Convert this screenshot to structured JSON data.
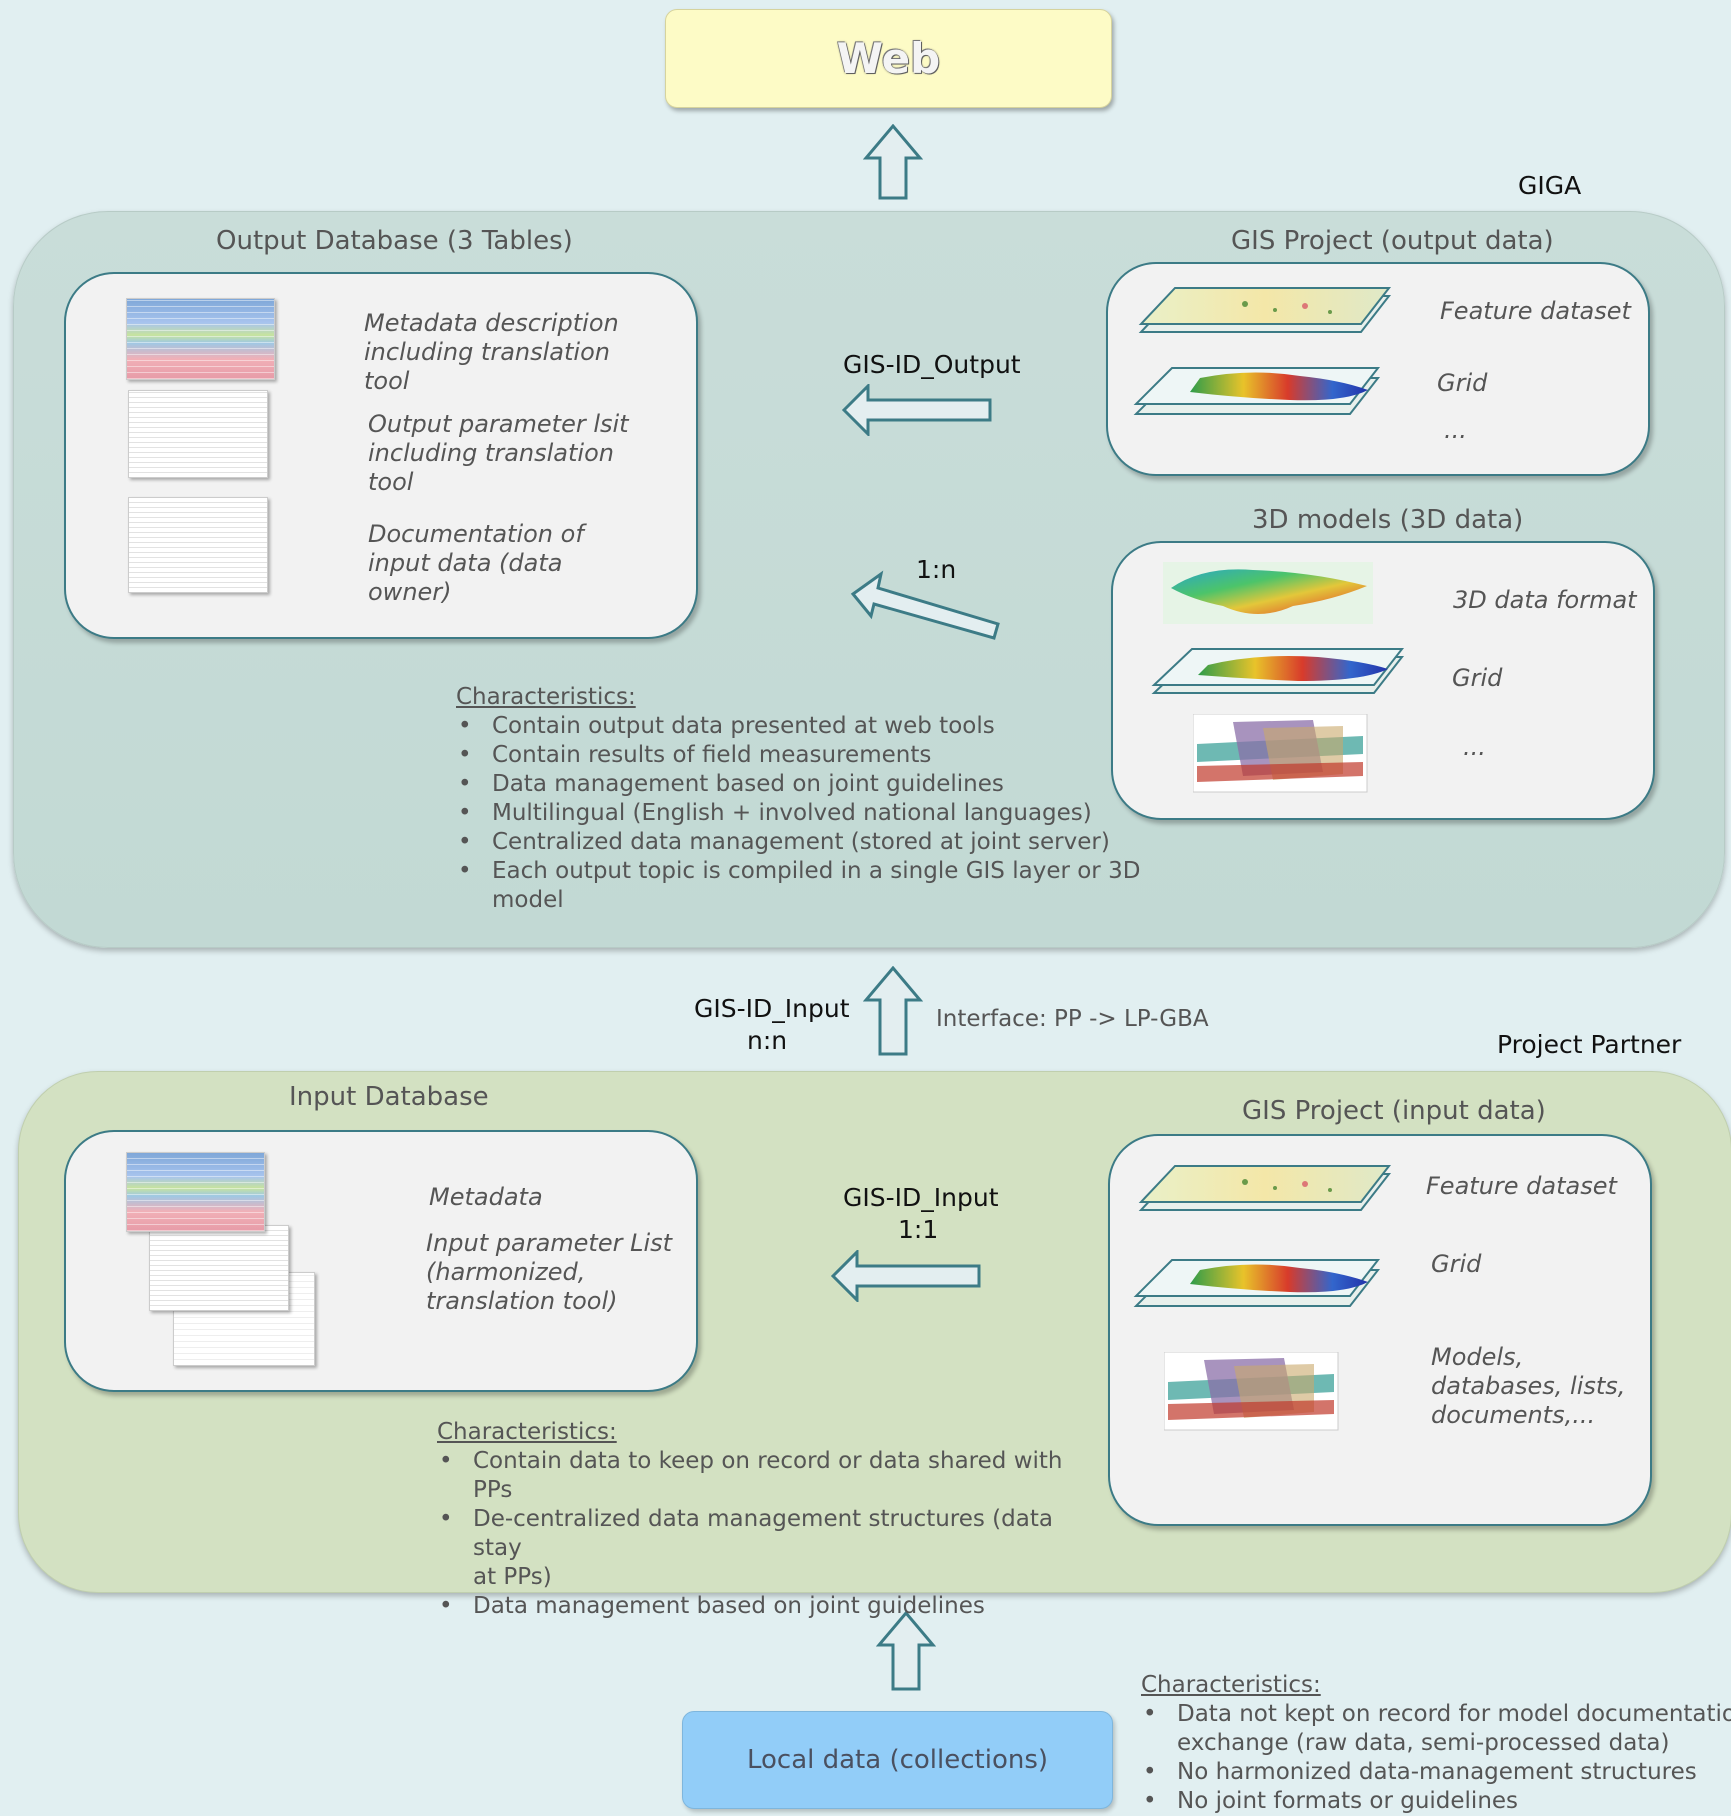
{
  "web": {
    "label": "Web"
  },
  "giga": {
    "region_label": "GIGA",
    "output_db": {
      "title": "Output Database (3 Tables)",
      "items": [
        "Metadata description\nincluding translation\ntool",
        "Output parameter lsit\nincluding translation\ntool",
        "Documentation of\ninput data (data\nowner)"
      ]
    },
    "gis_output": {
      "title": "GIS Project (output data)",
      "items": [
        "Feature dataset",
        "Grid",
        "..."
      ]
    },
    "models_3d": {
      "title": "3D models (3D data)",
      "items": [
        "3D data format",
        "Grid",
        "..."
      ]
    },
    "arrow_gis_id_output": "GIS-ID_Output",
    "arrow_1n": "1:n",
    "characteristics": {
      "heading": "Characteristics:",
      "items": [
        "Contain output data presented at web tools",
        "Contain results of field measurements",
        "Data management based on joint guidelines",
        "Multilingual (English + involved national languages)",
        "Centralized data management (stored at joint server)",
        "Each output topic is compiled in a single GIS layer or 3D model"
      ]
    }
  },
  "interface": {
    "gis_id_input": "GIS-ID_Input",
    "cardinality": "n:n",
    "label": "Interface: PP -> LP-GBA"
  },
  "project_partner": {
    "region_label": "Project Partner",
    "input_db": {
      "title": "Input Database",
      "items": [
        "Metadata",
        "Input parameter List\n(harmonized,\ntranslation tool)"
      ]
    },
    "gis_input": {
      "title": "GIS Project (input data)",
      "items": [
        "Feature dataset",
        "Grid",
        "Models,\ndatabases, lists,\ndocuments,..."
      ]
    },
    "arrow_gis_id_input": "GIS-ID_Input",
    "arrow_cardinality": "1:1",
    "characteristics": {
      "heading": "Characteristics:",
      "items": [
        "Contain data to keep on record or data shared with PPs",
        "De-centralized data management structures (data stay\nat PPs)",
        "Data management based on joint guidelines"
      ]
    }
  },
  "local": {
    "label": "Local data (collections)",
    "characteristics": {
      "heading": "Characteristics:",
      "items": [
        "Data not kept on record for model documentation or\nexchange (raw data, semi-processed data)",
        "No harmonized data-management structures",
        "No joint formats or guidelines"
      ]
    }
  },
  "colors": {
    "background": "#e1eff1",
    "giga_region": "#c6dbd6",
    "project_partner_region": "#d3e1c2",
    "panel_border": "#3c7b86",
    "web_box": "#fdfbc6",
    "local_box": "#92cdf8",
    "arrow_fill": "#e3eef0"
  }
}
